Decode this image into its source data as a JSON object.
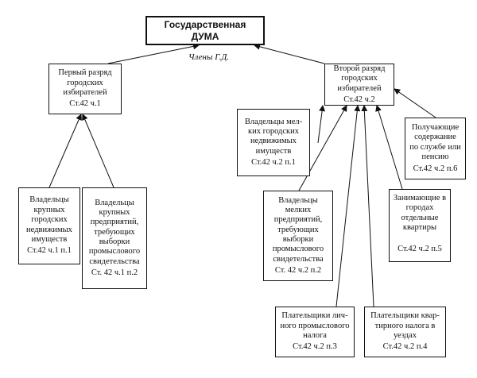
{
  "duma": {
    "label": "Государственная\nДУМА"
  },
  "members_label": "Члены Г.Д.",
  "first_category": {
    "label": "Первый разряд\nгородских\nизбирателей",
    "ref": "Ст.42 ч.1"
  },
  "second_category": {
    "label": "Второй разряд\nгородских\nизбирателей",
    "ref": "Ст.42 ч.2"
  },
  "first_items": [
    {
      "label": "Владельцы\nкрупных\nгородских\nнедвижимых\nимуществ",
      "ref": "Ст.42 ч.1 п.1"
    },
    {
      "label": "Владельцы\nкрупных\nпредприятий,\nтребующих\nвыборки\nпромыслового\nсвидетельства",
      "ref": "Ст. 42 ч.1 п.2"
    }
  ],
  "second_items": [
    {
      "label": "Владельцы мел-\nких городских\nнедвижимых\nимуществ",
      "ref": "Ст.42 ч.2 п.1"
    },
    {
      "label": "Владельцы\nмелких\nпредприятий,\nтребующих\nвыборки\nпромыслового\nсвидетельства",
      "ref": "Ст. 42 ч.2 п.2"
    },
    {
      "label": "Плательщики лич-\nного промыслового\nналога",
      "ref": "Ст.42 ч.2 п.3"
    },
    {
      "label": "Плательщики квар-\nтирного налога в\nуездах",
      "ref": "Ст.42 ч.2 п.4"
    },
    {
      "label": "Занимающие в\nгородах\nотдельные\nквартиры",
      "ref": "Ст.42 ч.2 п.5"
    },
    {
      "label": "Получающие\nсодержание\nпо службе или\nпенсию",
      "ref": "Ст.42 ч.2 п.6"
    }
  ]
}
